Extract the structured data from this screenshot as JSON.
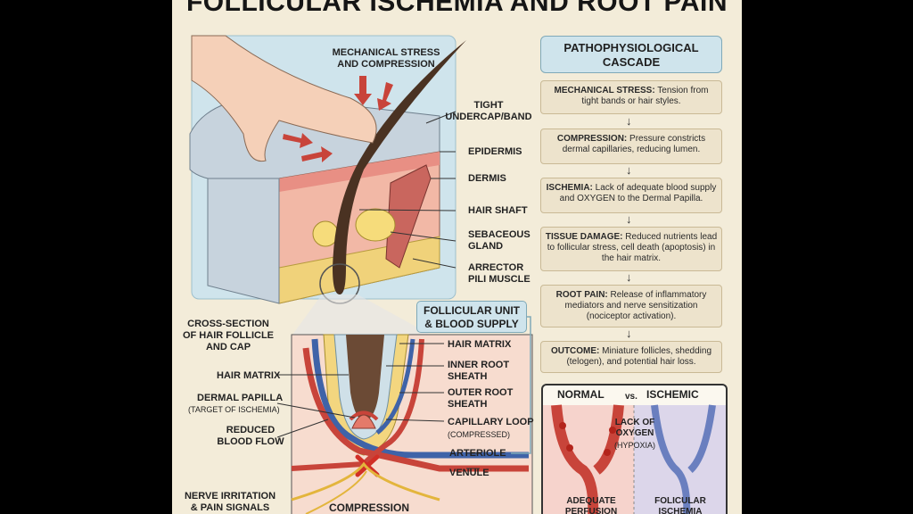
{
  "title": "FOLLICULAR ISCHEMIA AND ROOT PAIN",
  "left_labels": {
    "mechanical_stress": "MECHANICAL STRESS\nAND COMPRESSION",
    "tight_band": "TIGHT\nUNDERCAP/BAND",
    "epidermis": "EPIDERMIS",
    "dermis": "DERMIS",
    "hair_shaft": "HAIR SHAFT",
    "sebaceous_gland": "SEBACEOUS\nGLAND",
    "arrector_pili": "ARRECTOR\nPILI MUSCLE",
    "cross_section": "CROSS-SECTION\nOF HAIR FOLLICLE\nAND CAP",
    "follicular_unit": "FOLLICULAR UNIT\n& BLOOD SUPPLY",
    "hair_matrix_left": "HAIR MATRIX",
    "dermal_papilla": "DERMAL PAPILLA",
    "dermal_papilla_note": "(TARGET OF ISCHEMIA)",
    "reduced_flow": "REDUCED\nBLOOD FLOW",
    "nerve_irritation": "NERVE IRRITATION\n& PAIN SIGNALS",
    "compression": "COMPRESSION",
    "hair_matrix_right": "HAIR MATRIX",
    "inner_root": "INNER ROOT\nSHEATH",
    "outer_root": "OUTER ROOT\nSHEATH",
    "capillary_loop": "CAPILLARY LOOP",
    "capillary_note": "(COMPRESSED)",
    "arteriole": "ARTERIOLE",
    "venule": "VENULE"
  },
  "cascade": {
    "title": "PATHOPHYSIOLOGICAL\nCASCADE",
    "steps": [
      {
        "head": "MECHANICAL STRESS:",
        "text": " Tension from tight bands or hair styles."
      },
      {
        "head": "COMPRESSION:",
        "text": " Pressure constricts dermal capillaries, reducing lumen."
      },
      {
        "head": "ISCHEMIA:",
        "text": " Lack of adequate blood supply and OXYGEN to the Dermal Papilla."
      },
      {
        "head": "TISSUE DAMAGE:",
        "text": " Reduced nutrients lead to follicular stress, cell death (apoptosis) in the hair matrix."
      },
      {
        "head": "ROOT PAIN:",
        "text": " Release of inflammatory mediators and nerve sensitization (nociceptor activation)."
      },
      {
        "head": "OUTCOME:",
        "text": " Miniature follicles, shedding (telogen), and potential hair loss."
      }
    ]
  },
  "comparison": {
    "normal": "NORMAL",
    "vs": "vs.",
    "ischemic": "ISCHEMIC",
    "lack_oxygen": "LACK OF\nOXYGEN",
    "hypoxia": "(HYPOXIA)",
    "adequate": "ADEQUATE\nPERFUSION",
    "follicular_ischemia": "FOLICULAR\nISCHEMIA"
  },
  "colors": {
    "background": "#f3ecd9",
    "panel_blue": "#cfe4ec",
    "artery_red": "#c8443a",
    "vein_blue": "#3f63a8",
    "hair": "#4a3222",
    "fat": "#f0d27a"
  }
}
